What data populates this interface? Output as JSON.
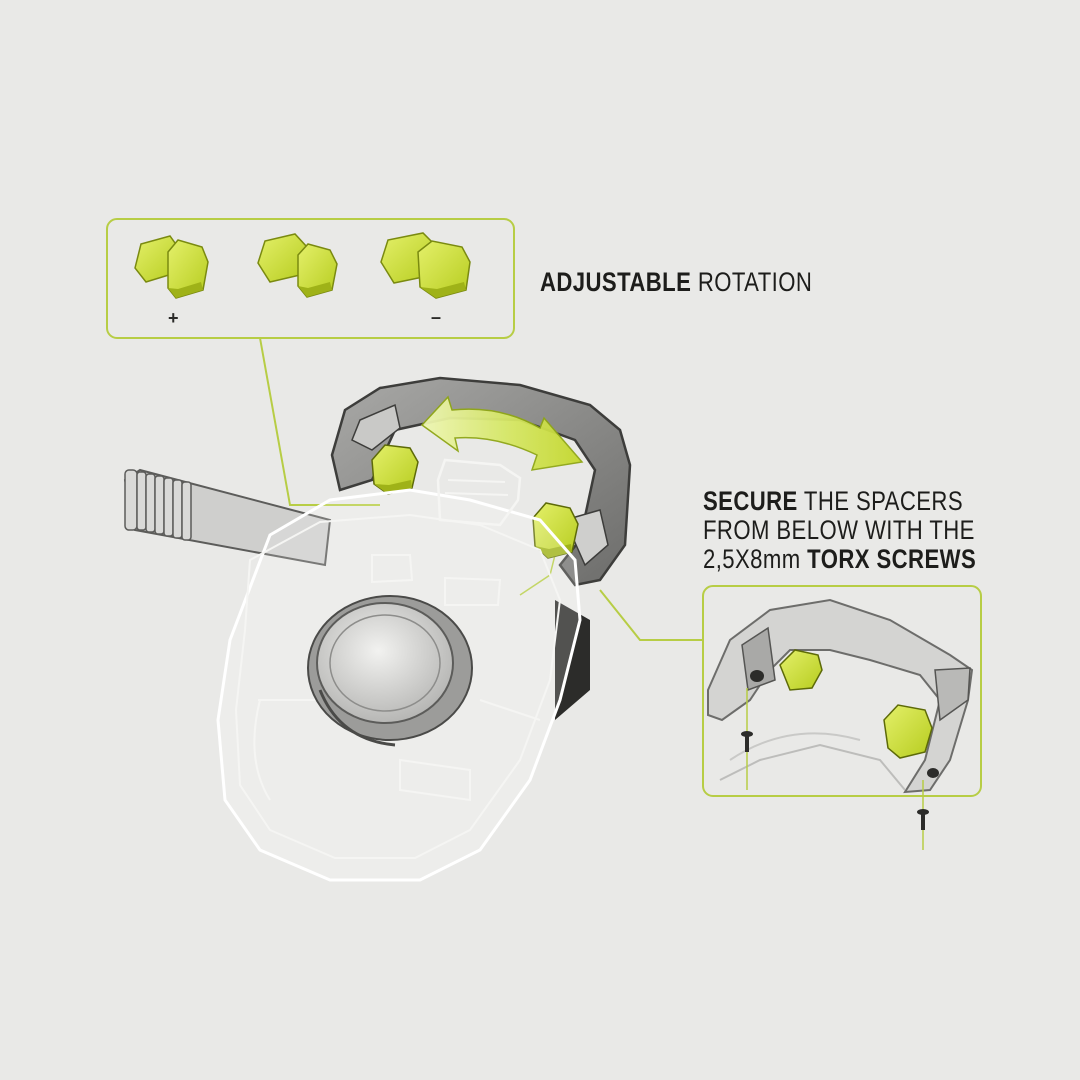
{
  "colors": {
    "background": "#e9e9e7",
    "accent_lime": "#c4d82c",
    "outline_green": "#a8c23a",
    "metal_grey": "#8e8e8c",
    "text": "#1d1d1b"
  },
  "rotation_callout": {
    "title_bold": "ADJUSTABLE",
    "title_rest": " ROTATION",
    "plus_symbol": "+",
    "minus_symbol": "–"
  },
  "secure_callout": {
    "line1_bold": "SECURE",
    "line1_rest": " THE SPACERS",
    "line2": "FROM BELOW WITH THE",
    "line3_prefix": "2,5X8mm ",
    "line3_bold": "TORX SCREWS"
  },
  "spacer_variants": [
    "plus-spacer",
    "medium-spacer",
    "minus-spacer"
  ],
  "icons": [
    "rotation-arrow-icon",
    "torx-screw-icon"
  ]
}
